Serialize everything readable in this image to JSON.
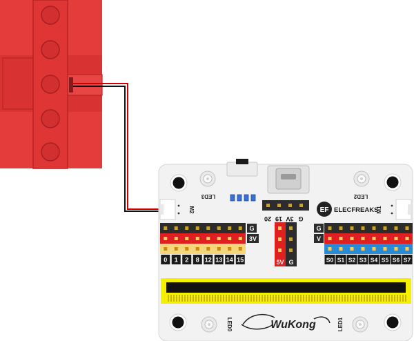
{
  "colors": {
    "motor_red": "#e43b3b",
    "motor_dark": "#c42828",
    "board": "#f2f2f2",
    "header_black": "#2c2c2c",
    "power_red": "#e02020",
    "signal_yellow": "#f5d67a",
    "signal_blue": "#2b8ad6",
    "edge_yellow": "#f5f000",
    "wire_red": "#cc0000",
    "wire_black": "#111111"
  },
  "board": {
    "brand": "ELECFREAKS",
    "logo": "WuKong",
    "led_labels": {
      "top_left": "LED3",
      "top_right": "LED2",
      "bottom_left": "LED0",
      "bottom_right": "LED1"
    },
    "motor_ports": {
      "left": "M2",
      "right": "M1"
    },
    "left_header": {
      "row_labels": {
        "ground": "G",
        "power": "3V"
      },
      "pin_labels": [
        "0",
        "1",
        "2",
        "8",
        "12",
        "13",
        "14",
        "15"
      ]
    },
    "center_header": {
      "top_labels": [
        "20",
        "19",
        "3V",
        "G"
      ],
      "bottom_labels": [
        "5V",
        "G"
      ]
    },
    "right_header": {
      "row_labels": {
        "ground": "G",
        "power": "V"
      },
      "pin_labels": [
        "S0",
        "S1",
        "S2",
        "S3",
        "S4",
        "S5",
        "S6",
        "S7"
      ]
    }
  }
}
